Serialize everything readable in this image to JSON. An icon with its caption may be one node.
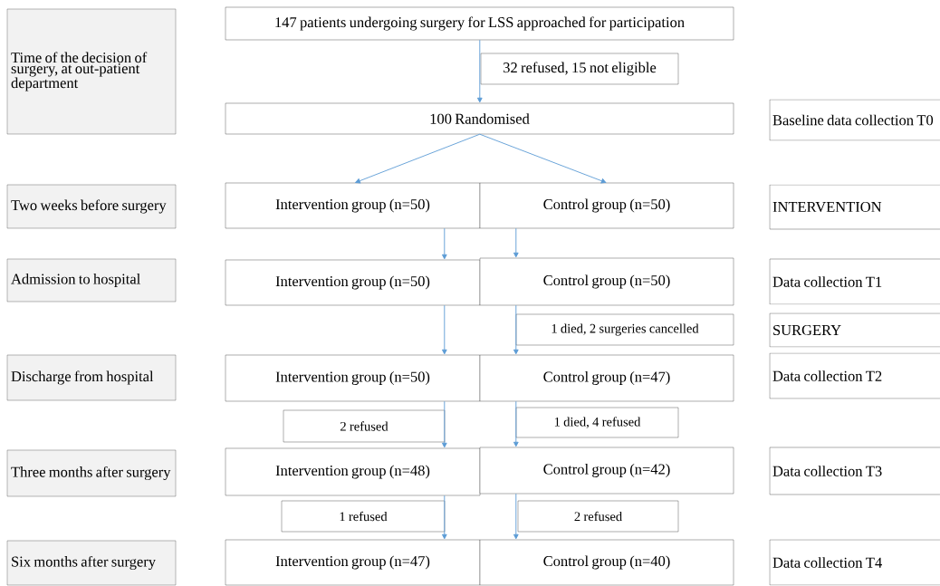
{
  "diagram": {
    "nodes": [
      {
        "text": [
          "Time of the decision of surgery, at out-patient department"
        ]
      },
      {
        "text": [
          "147 patients undergoing surgery for LSS approached for participation"
        ]
      },
      {
        "text": [
          "32 refused, 15 not eligible"
        ]
      },
      {
        "text": [
          "100  Randomised"
        ]
      },
      {
        "text": [
          "Baseline data collection T0"
        ]
      },
      {
        "text": [
          "Two weeks before surgery"
        ]
      },
      {
        "text": [
          "Intervention group (n=50)"
        ]
      },
      {
        "text": [
          "Control group (n=50)"
        ]
      },
      {
        "text": [
          "INTERVENTION"
        ]
      },
      {
        "text": [
          "Admission to hospital"
        ]
      },
      {
        "text": [
          "Intervention group (n=50)"
        ]
      },
      {
        "text": [
          "Control group (n=50)"
        ]
      },
      {
        "text": [
          "Data collection T1"
        ]
      },
      {
        "text": [
          "1 died, 2 surgeries cancelled"
        ]
      },
      {
        "text": [
          "SURGERY"
        ]
      },
      {
        "text": [
          "Discharge from hospital"
        ]
      },
      {
        "text": [
          "Intervention group (n=50)"
        ]
      },
      {
        "text": [
          "Control group (n=47)"
        ]
      },
      {
        "text": [
          "Data collection T2"
        ]
      },
      {
        "text": [
          "2 refused"
        ]
      },
      {
        "text": [
          "1 died, 4 refused"
        ]
      },
      {
        "text": [
          "Three months after surgery"
        ]
      },
      {
        "text": [
          "Intervention group (n=48)"
        ]
      },
      {
        "text": [
          "Control group (n=42)"
        ]
      },
      {
        "text": [
          "Data collection T3"
        ]
      },
      {
        "text": [
          "1 refused"
        ]
      },
      {
        "text": [
          "2 refused"
        ]
      },
      {
        "text": [
          "Six months after surgery"
        ]
      },
      {
        "text": [
          "Intervention group (n=47)"
        ]
      },
      {
        "text": [
          "Control group (n=40)"
        ]
      },
      {
        "text": [
          "Data collection T4"
        ]
      }
    ],
    "edges": [
      {
        "from": 1,
        "to": 3,
        "arrow": "to"
      },
      {
        "from": 3,
        "to": 6,
        "arrow": "to"
      },
      {
        "from": 3,
        "to": 7,
        "arrow": "to"
      },
      {
        "from": 6,
        "to": 10,
        "arrow": "to"
      },
      {
        "from": 7,
        "to": 11,
        "arrow": "to"
      },
      {
        "from": 10,
        "to": 16,
        "arrow": "to"
      },
      {
        "from": 11,
        "to": 17,
        "arrow": "to"
      },
      {
        "from": 16,
        "to": 22,
        "arrow": "to"
      },
      {
        "from": 17,
        "to": 23,
        "arrow": "to"
      },
      {
        "from": 22,
        "to": 28,
        "arrow": "to"
      },
      {
        "from": 23,
        "to": 29,
        "arrow": "to"
      }
    ]
  }
}
